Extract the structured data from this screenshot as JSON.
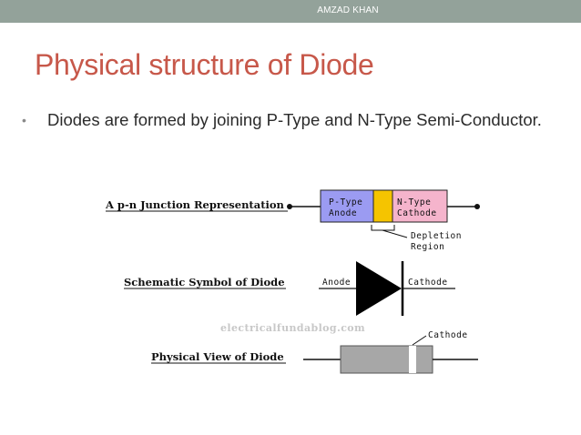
{
  "header": {
    "author": "AMZAD KHAN"
  },
  "slide": {
    "title": "Physical structure of Diode",
    "bullet": "Diodes are formed by joining P-Type and N-Type Semi-Conductor."
  },
  "figure": {
    "pn_heading": "A p-n Junction Representation",
    "p_line1": "P-Type",
    "p_line2": "Anode",
    "n_line1": "N-Type",
    "n_line2": "Cathode",
    "depletion_line1": "Depletion",
    "depletion_line2": "Region",
    "schematic_heading": "Schematic Symbol of Diode",
    "schematic_anode": "Anode",
    "schematic_cathode": "Cathode",
    "watermark": "electricalfundablog.com",
    "physical_heading": "Physical View of Diode",
    "physical_cathode": "Cathode"
  },
  "colors": {
    "topbar": "#93a29a",
    "title": "#c7584a",
    "p_region": "#9b9bf2",
    "depletion": "#f5c400",
    "n_region": "#f5b4cc",
    "diode_body": "#a7a7a7"
  }
}
